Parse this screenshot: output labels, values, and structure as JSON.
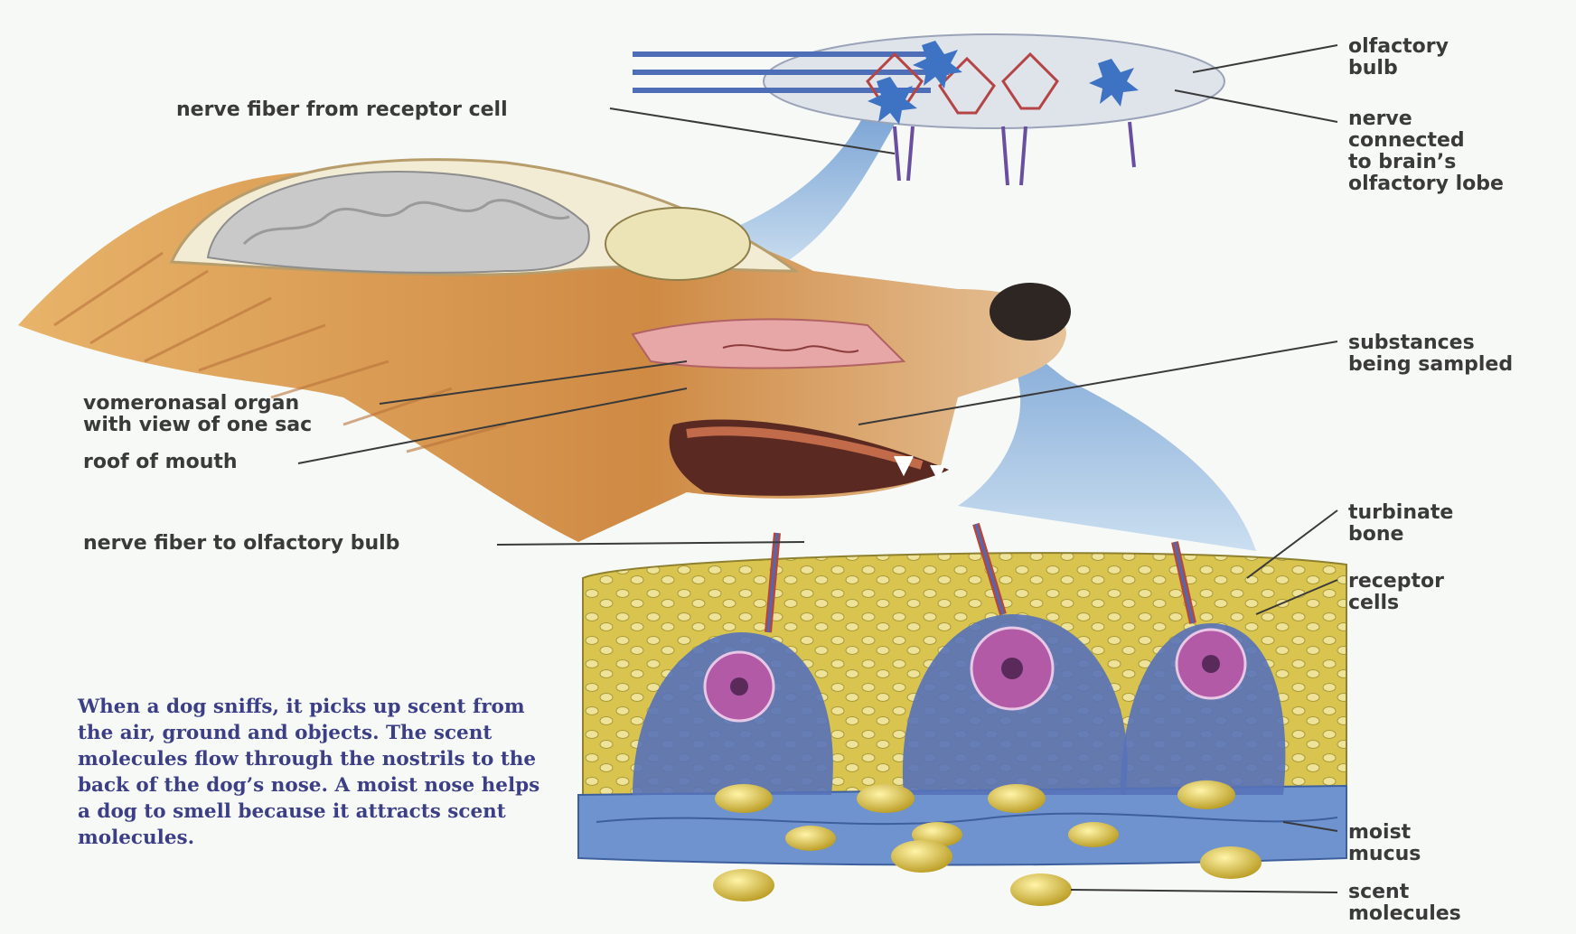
{
  "labels": {
    "olfactory_bulb": [
      "olfactory",
      "bulb"
    ],
    "nerve_connected": [
      "nerve",
      "connected",
      "to brain’s",
      "olfactory lobe"
    ],
    "nerve_fiber_receptor": "nerve fiber from receptor cell",
    "substances": [
      "substances",
      "being sampled"
    ],
    "vomeronasal": [
      "vomeronasal organ",
      "with view of one sac"
    ],
    "roof_of_mouth": "roof of mouth",
    "nerve_fiber_bulb": "nerve fiber to olfactory bulb",
    "turbinate": [
      "turbinate",
      "bone"
    ],
    "receptor_cells": [
      "receptor",
      "cells"
    ],
    "moist_mucus": [
      "moist",
      "mucus"
    ],
    "scent_molecules": [
      "scent",
      "molecules"
    ]
  },
  "caption": "When a dog sniffs, it picks up scent from the air, ground and objects. The scent molecules flow through the nostrils to the back of the dog’s nose. A moist nose helps a dog to smell because it attracts scent molecules.",
  "colors": {
    "fur": "#d99a52",
    "brain": "#c9c9c9",
    "bone": "#dccb5e",
    "cell": "#5672b8",
    "nucleus": "#b35aa6",
    "blue_funnel": "#8fb6de",
    "label_text": "#3a3a3a",
    "caption_text": "#3c3f86"
  }
}
